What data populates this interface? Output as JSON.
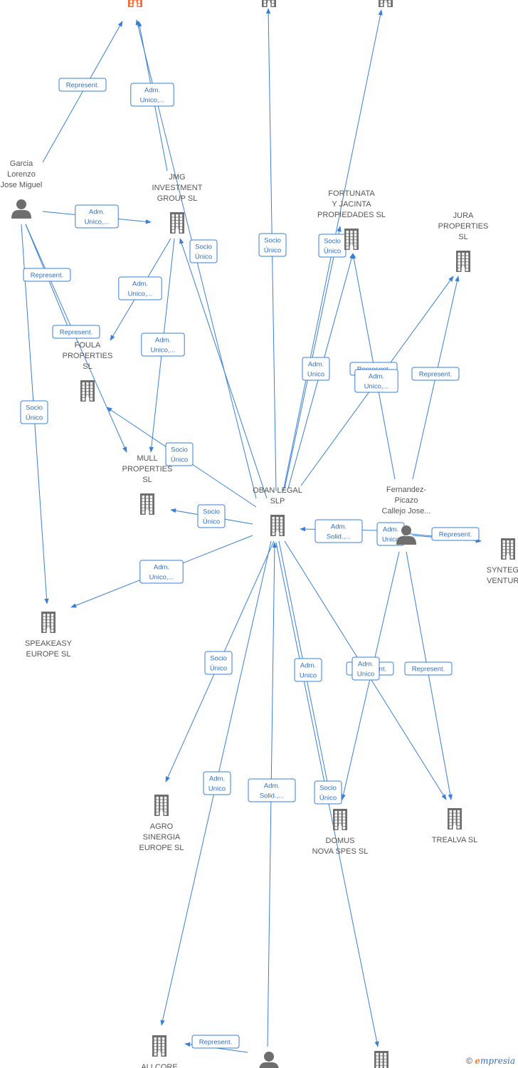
{
  "colors": {
    "edge": "#3a7fd6",
    "building": "#6e6e6e",
    "building_highlight": "#f26a38",
    "person": "#6e6e6e"
  },
  "nodes": [
    {
      "id": "top-highlight",
      "type": "company-highlight",
      "lines": []
    },
    {
      "id": "top-mid",
      "type": "company",
      "lines": []
    },
    {
      "id": "top-right",
      "type": "company",
      "lines": []
    },
    {
      "id": "garcia",
      "type": "person",
      "lines": [
        "Garcia",
        "Lorenzo",
        "Jose Miguel"
      ]
    },
    {
      "id": "jmg",
      "type": "company",
      "lines": [
        "JMG",
        "INVESTMENT",
        "GROUP SL"
      ]
    },
    {
      "id": "fortunata",
      "type": "company",
      "lines": [
        "FORTUNATA",
        "Y JACINTA",
        "PROPIEDADES SL"
      ]
    },
    {
      "id": "jura",
      "type": "company",
      "lines": [
        "JURA",
        "PROPERTIES",
        "SL"
      ]
    },
    {
      "id": "foula",
      "type": "company",
      "lines": [
        "FOULA",
        "PROPERTIES",
        "SL"
      ]
    },
    {
      "id": "mull",
      "type": "company",
      "lines": [
        "MULL",
        "PROPERTIES",
        "SL"
      ]
    },
    {
      "id": "oban",
      "type": "company",
      "lines": [
        "OBAN LEGAL",
        "SLP"
      ]
    },
    {
      "id": "fernandez",
      "type": "person",
      "lines": [
        "Fernandez-",
        "Picazo",
        "Callejo Jose..."
      ]
    },
    {
      "id": "syntegra",
      "type": "company",
      "lines": [
        "SYNTEGRA",
        "VENTURES"
      ]
    },
    {
      "id": "speakeasy",
      "type": "company",
      "lines": [
        "SPEAKEASY",
        "EUROPE SL"
      ]
    },
    {
      "id": "agro",
      "type": "company",
      "lines": [
        "AGRO",
        "SINERGIA",
        "EUROPE SL"
      ]
    },
    {
      "id": "domus",
      "type": "company",
      "lines": [
        "DOMUS",
        "NOVA SPES SL"
      ]
    },
    {
      "id": "trealva",
      "type": "company",
      "lines": [
        "TREALVA SL"
      ]
    },
    {
      "id": "allcore",
      "type": "company",
      "lines": [
        "ALLCORE"
      ]
    },
    {
      "id": "bottom-person",
      "type": "person",
      "lines": []
    },
    {
      "id": "bottom-right",
      "type": "company",
      "lines": []
    }
  ],
  "edges": [
    {
      "from": "garcia",
      "to": "top-highlight",
      "label": [
        "Represent."
      ]
    },
    {
      "from": "jmg",
      "to": "top-highlight",
      "label": [
        "Adm.",
        "Unico,..."
      ]
    },
    {
      "from": "oban",
      "to": "top-highlight",
      "label": []
    },
    {
      "from": "oban",
      "to": "top-mid",
      "label": [
        "Socio",
        "Único"
      ]
    },
    {
      "from": "oban",
      "to": "top-right",
      "label": []
    },
    {
      "from": "garcia",
      "to": "jmg",
      "label": [
        "Adm.",
        "Unico,..."
      ]
    },
    {
      "from": "oban",
      "to": "jmg",
      "label": [
        "Socio",
        "Único"
      ]
    },
    {
      "from": "jmg",
      "to": "foula",
      "label": [
        "Adm.",
        "Unico,..."
      ]
    },
    {
      "from": "jmg",
      "to": "mull",
      "label": [
        "Adm.",
        "Unico,..."
      ]
    },
    {
      "from": "garcia",
      "to": "foula",
      "label": [
        "Represent."
      ]
    },
    {
      "from": "garcia",
      "to": "mull",
      "label": [
        "Represent."
      ]
    },
    {
      "from": "garcia",
      "to": "speakeasy",
      "label": [
        "Socio",
        "Único"
      ]
    },
    {
      "from": "oban",
      "to": "foula",
      "label": [
        "Socio",
        "Único"
      ]
    },
    {
      "from": "oban",
      "to": "mull",
      "label": [
        "Socio",
        "Único"
      ]
    },
    {
      "from": "oban",
      "to": "speakeasy",
      "label": [
        "Adm.",
        "Unico,..."
      ]
    },
    {
      "from": "oban",
      "to": "fortunata",
      "label": [
        "Socio",
        "Único"
      ]
    },
    {
      "from": "oban",
      "to": "fortunata",
      "label": [
        "Adm.",
        "Unico"
      ]
    },
    {
      "from": "fernandez",
      "to": "fortunata",
      "label": [
        "Represent."
      ]
    },
    {
      "from": "oban",
      "to": "jura",
      "label": [
        "Adm.",
        "Unico,..."
      ]
    },
    {
      "from": "fernandez",
      "to": "jura",
      "label": [
        "Represent."
      ]
    },
    {
      "from": "fernandez",
      "to": "oban",
      "label": [
        "Adm.",
        "Solid.,..."
      ]
    },
    {
      "from": "oban",
      "to": "syntegra",
      "label": [
        "Adm.",
        "Unico"
      ]
    },
    {
      "from": "fernandez",
      "to": "syntegra",
      "label": [
        "Represent."
      ]
    },
    {
      "from": "oban",
      "to": "agro",
      "label": [
        "Socio",
        "Único"
      ]
    },
    {
      "from": "oban",
      "to": "domus",
      "label": [
        "Adm.",
        "Unico"
      ]
    },
    {
      "from": "fernandez",
      "to": "domus",
      "label": [
        "Represent."
      ]
    },
    {
      "from": "oban",
      "to": "trealva",
      "label": [
        "Adm.",
        "Unico"
      ]
    },
    {
      "from": "fernandez",
      "to": "trealva",
      "label": [
        "Represent."
      ]
    },
    {
      "from": "oban",
      "to": "allcore",
      "label": [
        "Adm.",
        "Unico"
      ]
    },
    {
      "from": "bottom-person",
      "to": "oban",
      "label": [
        "Adm.",
        "Solid.,..."
      ]
    },
    {
      "from": "oban",
      "to": "bottom-right",
      "label": [
        "Socio",
        "Único"
      ]
    },
    {
      "from": "bottom-person",
      "to": "allcore",
      "label": [
        "Represent."
      ]
    }
  ],
  "footer": {
    "copyright": "©",
    "brand_initial": "e",
    "brand_rest": "mpresia"
  }
}
